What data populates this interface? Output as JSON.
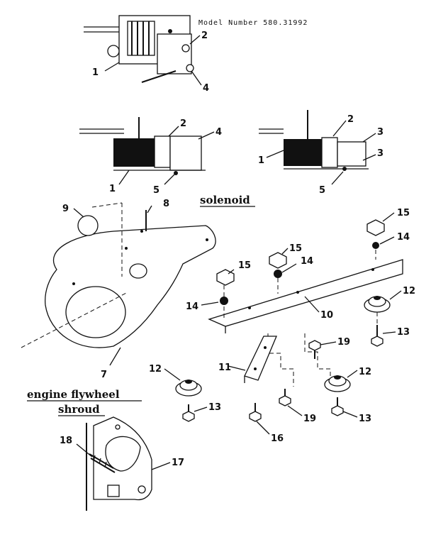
{
  "header": {
    "model_number": "Model Number 580.31992"
  },
  "captions": {
    "solenoid": "solenoid",
    "flywheel_line1": "engine flywheel",
    "flywheel_line2": "shroud"
  },
  "callouts": {
    "top_1": "1",
    "top_2": "2",
    "top_4": "4",
    "mid_left_2": "2",
    "mid_left_4": "4",
    "mid_left_1": "1",
    "mid_left_5": "5",
    "mid_right_2": "2",
    "mid_right_3a": "3",
    "mid_right_3b": "3",
    "mid_right_1": "1",
    "mid_right_5": "5",
    "p9": "9",
    "p8": "8",
    "p7": "7",
    "p15a": "15",
    "p15b": "15",
    "p15c": "15",
    "p14a": "14",
    "p14b": "14",
    "p14c": "14",
    "p10": "10",
    "p12a": "12",
    "p12b": "12",
    "p12c": "12",
    "p13a": "13",
    "p13b": "13",
    "p13c": "13",
    "p19a": "19",
    "p19b": "19",
    "p11": "11",
    "p16": "16",
    "p17": "17",
    "p18": "18"
  }
}
